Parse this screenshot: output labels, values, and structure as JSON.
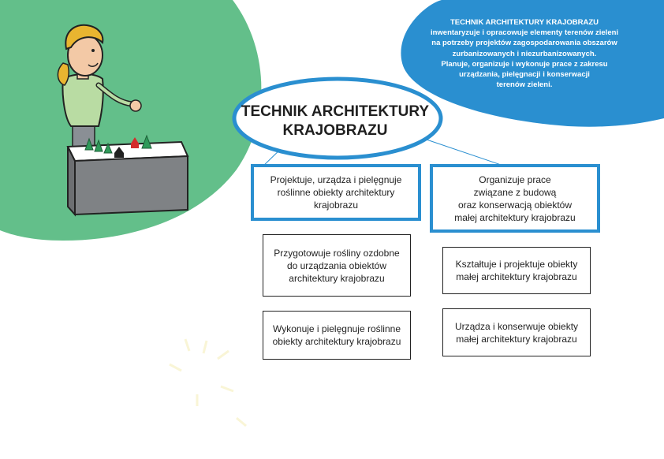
{
  "description_bubble": {
    "text": "TECHNIK ARCHITEKTURY KRAJOBRAZU\ninwentaryzuje i opracowuje elementy terenów zieleni\nna potrzeby projektów zagospodarowania obszarów\nzurbanizowanych i niezurbanizowanych.\nPlanuje, organizuje i wykonuje prace z zakresu\nurządzania, pielęgnacji i konserwacji\nterenów zieleni."
  },
  "title": "TECHNIK ARCHITEKTURY\nKRAJOBRAZU",
  "left_main_task": "Projektuje, urządza i pielęgnuje\nroślinne obiekty architektury\nkrajobrazu",
  "right_main_task": "Organizuje prace\nzwiązane z budową\noraz konserwacją obiektów\nmałej architektury krajobrazu",
  "left_subtasks": [
    "Przygotowuje rośliny ozdobne\ndo urządzania obiektów\narchitektury krajobrazu",
    "Wykonuje i pielęgnuje roślinne\nobiekty architektury krajobrazu"
  ],
  "right_subtasks": [
    "Kształtuje i projektuje obiekty\nmałej architektury krajobrazu",
    "Urządza i konserwuje obiekty\nmałej architektury krajobrazu"
  ],
  "colors": {
    "green_background": "#63bf8a",
    "blue_bubble": "#2a8fd0",
    "box_border_blue": "#2a8fd0"
  },
  "icons": [
    "woman-illustration",
    "table-model",
    "tree-icon",
    "house-icon"
  ]
}
